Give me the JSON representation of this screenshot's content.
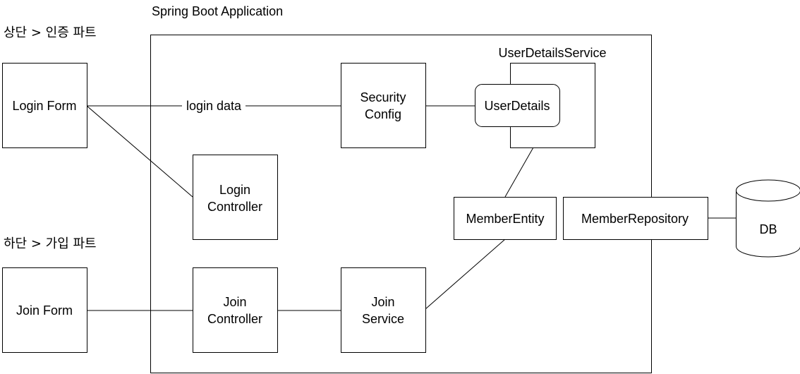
{
  "diagram": {
    "container_title": "Spring Boot Application",
    "section_top_label": "상단 > 인증 파트",
    "section_bottom_label": "하단 > 가입 파트",
    "nodes": {
      "login_form": "Login Form",
      "join_form": "Join Form",
      "security_config": [
        "Security",
        "Config"
      ],
      "user_details_service": "UserDetailsService",
      "user_details": "UserDetails",
      "login_controller": [
        "Login",
        "Controller"
      ],
      "member_entity": "MemberEntity",
      "member_repository": "MemberRepository",
      "db": "DB",
      "join_controller": [
        "Join",
        "Controller"
      ],
      "join_service": [
        "Join",
        "Service"
      ]
    },
    "edge_labels": {
      "login_data": "login data"
    },
    "edges": [
      {
        "from": "Login Form",
        "to": "Security Config",
        "label": "login data"
      },
      {
        "from": "Login Form",
        "to": "Login Controller"
      },
      {
        "from": "Security Config",
        "to": "UserDetails"
      },
      {
        "from": "UserDetailsService",
        "to": "MemberEntity"
      },
      {
        "from": "MemberRepository",
        "to": "DB"
      },
      {
        "from": "Join Form",
        "to": "Join Controller"
      },
      {
        "from": "Join Controller",
        "to": "Join Service"
      },
      {
        "from": "Join Service",
        "to": "MemberEntity"
      }
    ]
  }
}
